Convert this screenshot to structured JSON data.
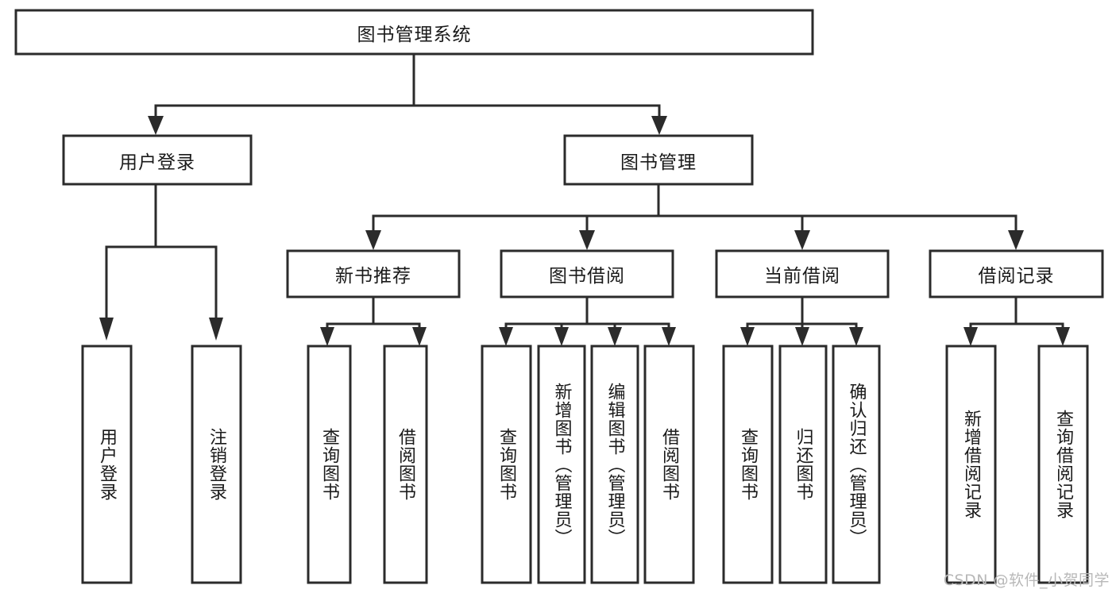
{
  "diagram": {
    "title": "图书管理系统",
    "type": "tree-hierarchy-diagram",
    "watermark": "CSDN @软件_小贺同学",
    "colors": {
      "stroke": "#2b2b2b",
      "fill": "#ffffff",
      "text": "#1a1a1a",
      "watermark": "#b8b8b8"
    },
    "root": {
      "label": "图书管理系统"
    },
    "level1": [
      {
        "id": "user-login",
        "label": "用户登录"
      },
      {
        "id": "book-manage",
        "label": "图书管理"
      }
    ],
    "level2": [
      {
        "id": "new-book-recommend",
        "label": "新书推荐",
        "parent": "book-manage"
      },
      {
        "id": "book-borrow",
        "label": "图书借阅",
        "parent": "book-manage"
      },
      {
        "id": "current-borrow",
        "label": "当前借阅",
        "parent": "book-manage"
      },
      {
        "id": "borrow-record",
        "label": "借阅记录",
        "parent": "book-manage"
      }
    ],
    "leaves": {
      "user-login": [
        {
          "id": "leaf-user-login",
          "label": "用户登录"
        },
        {
          "id": "leaf-logout",
          "label": "注销登录"
        }
      ],
      "new-book-recommend": [
        {
          "id": "leaf-query-book-1",
          "label": "查询图书"
        },
        {
          "id": "leaf-borrow-book-1",
          "label": "借阅图书"
        }
      ],
      "book-borrow": [
        {
          "id": "leaf-query-book-2",
          "label": "查询图书"
        },
        {
          "id": "leaf-add-book",
          "label": "新增图书（管理员）"
        },
        {
          "id": "leaf-edit-book",
          "label": "编辑图书（管理员）"
        },
        {
          "id": "leaf-borrow-book-2",
          "label": "借阅图书"
        }
      ],
      "current-borrow": [
        {
          "id": "leaf-query-book-3",
          "label": "查询图书"
        },
        {
          "id": "leaf-return-book",
          "label": "归还图书"
        },
        {
          "id": "leaf-confirm-return",
          "label": "确认归还（管理员）"
        }
      ],
      "borrow-record": [
        {
          "id": "leaf-add-record",
          "label": "新增借阅记录"
        },
        {
          "id": "leaf-query-record",
          "label": "查询借阅记录"
        }
      ]
    }
  }
}
